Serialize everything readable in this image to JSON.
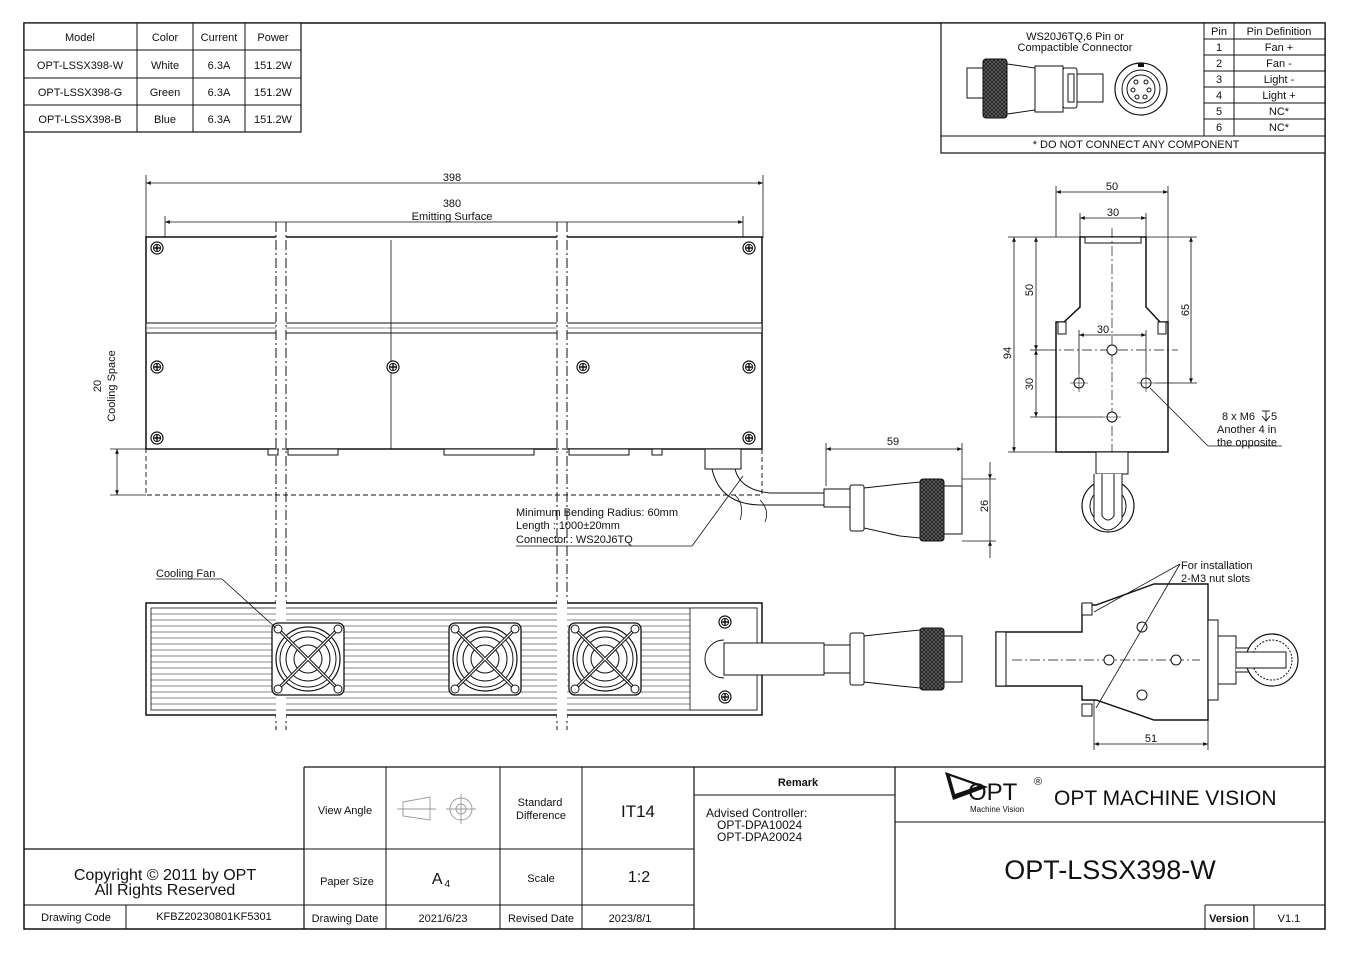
{
  "model_table": {
    "headers": [
      "Model",
      "Color",
      "Current",
      "Power"
    ],
    "rows": [
      [
        "OPT-LSSX398-W",
        "White",
        "6.3A",
        "151.2W"
      ],
      [
        "OPT-LSSX398-G",
        "Green",
        "6.3A",
        "151.2W"
      ],
      [
        "OPT-LSSX398-B",
        "Blue",
        "6.3A",
        "151.2W"
      ]
    ]
  },
  "connector": {
    "title_line1": "WS20J6TQ,6 Pin or",
    "title_line2": "Compactible Connector",
    "pin_headers": [
      "Pin",
      "Pin Definition"
    ],
    "pins": [
      [
        "1",
        "Fan +"
      ],
      [
        "2",
        "Fan -"
      ],
      [
        "3",
        "Light -"
      ],
      [
        "4",
        "Light +"
      ],
      [
        "5",
        "NC*"
      ],
      [
        "6",
        "NC*"
      ]
    ],
    "note": "* DO NOT CONNECT ANY COMPONENT"
  },
  "dimensions": {
    "total_length": "398",
    "emitting_length": "380",
    "emitting_label": "Emitting Surface",
    "cooling_space_value": "20",
    "cooling_space_label": "Cooling Space",
    "connector_length": "59",
    "connector_diameter": "26",
    "side_width": "50",
    "side_inner_width": "30",
    "side_height_total": "94",
    "side_upper_height": "50",
    "side_lower_height": "30",
    "side_hole_spacing": "30",
    "side_right_height": "65",
    "bottom_width": "51"
  },
  "annotations": {
    "bending_radius": "Minimum Bending Radius: 60mm",
    "cable_length": "Length : 1000±20mm",
    "connector": "Connector : WS20J6TQ",
    "cooling_fan": "Cooling Fan",
    "screw_line1": "8 x M6",
    "screw_line1_tail": "5",
    "screw_line2": "Another 4 in",
    "screw_line3": "the opposite",
    "install_line1": "For installation",
    "install_line2": "2-M3 nut slots"
  },
  "title_block": {
    "view_angle_label": "View Angle",
    "standard_diff_line1": "Standard",
    "standard_diff_line2": "Difference",
    "standard_diff_value": "IT14",
    "paper_size_label": "Paper Size",
    "paper_size_value": "A",
    "paper_size_sub": "4",
    "scale_label": "Scale",
    "scale_value": "1:2",
    "drawing_date_label": "Drawing Date",
    "drawing_date_value": "2021/6/23",
    "revised_date_label": "Revised Date",
    "revised_date_value": "2023/8/1",
    "remark_label": "Remark",
    "controller_label": "Advised Controller:",
    "controller_1": "OPT-DPA10024",
    "controller_2": "OPT-DPA20024",
    "logo_text": "OPT",
    "logo_reg": "®",
    "logo_sub": "Machine Vision",
    "company": "OPT MACHINE VISION",
    "product": "OPT-LSSX398-W",
    "version_label": "Version",
    "version_value": "V1.1",
    "copyright_line1": "Copyright © 2011 by OPT",
    "copyright_line2": "All Rights Reserved",
    "drawing_code_label": "Drawing Code",
    "drawing_code_value": "KFBZ20230801KF5301"
  },
  "colors": {
    "line": "#111111",
    "background": "#ffffff"
  }
}
